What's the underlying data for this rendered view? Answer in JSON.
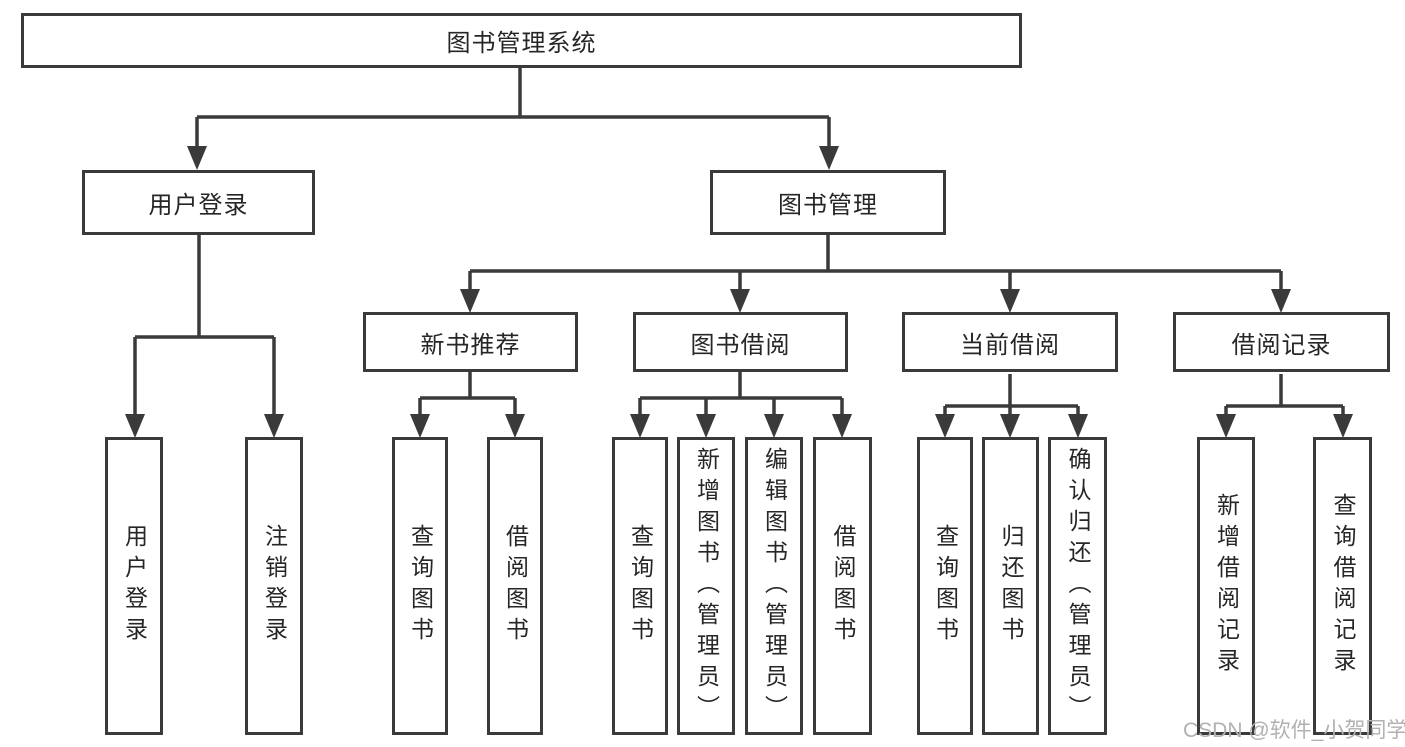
{
  "tree": {
    "root": {
      "label": "图书管理系统",
      "children": [
        {
          "label": "用户登录",
          "children": [
            {
              "label": "用户登录"
            },
            {
              "label": "注销登录"
            }
          ]
        },
        {
          "label": "图书管理",
          "children": [
            {
              "label": "新书推荐",
              "children": [
                {
                  "label": "查询图书"
                },
                {
                  "label": "借阅图书"
                }
              ]
            },
            {
              "label": "图书借阅",
              "children": [
                {
                  "label": "查询图书"
                },
                {
                  "label": "新增图书（管理员）"
                },
                {
                  "label": "编辑图书（管理员）"
                },
                {
                  "label": "借阅图书"
                }
              ]
            },
            {
              "label": "当前借阅",
              "children": [
                {
                  "label": "查询图书"
                },
                {
                  "label": "归还图书"
                },
                {
                  "label": "确认归还（管理员）"
                }
              ]
            },
            {
              "label": "借阅记录",
              "children": [
                {
                  "label": "新增借阅记录"
                },
                {
                  "label": "查询借阅记录"
                }
              ]
            }
          ]
        }
      ]
    }
  },
  "watermark": {
    "text": "CSDN @软件_小贺同学"
  },
  "colors": {
    "line": "#3a3a3a",
    "box_border": "#3a3a3a",
    "text": "#262626",
    "watermark": "#b1b1b1",
    "background": "#ffffff"
  }
}
